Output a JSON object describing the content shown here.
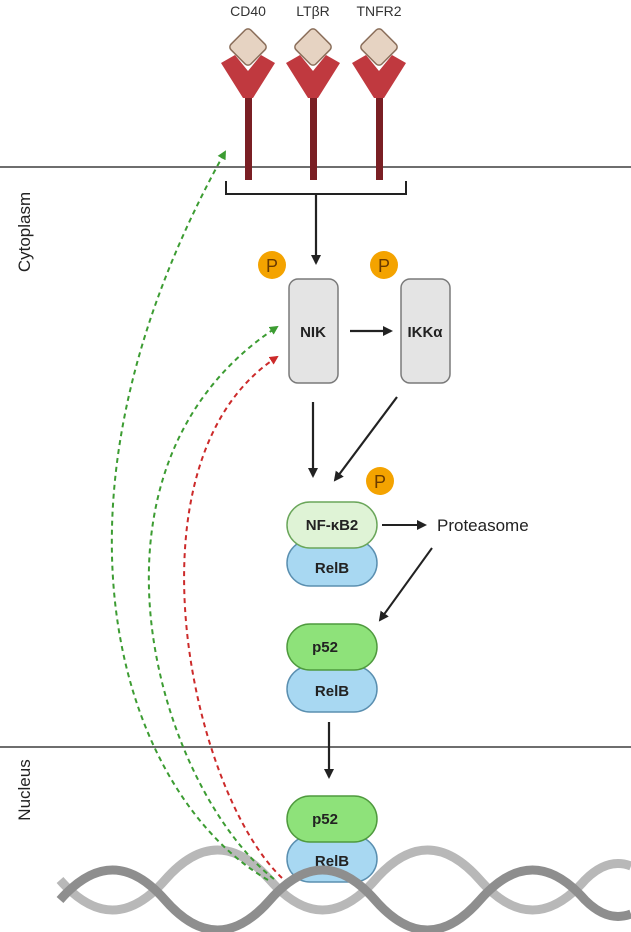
{
  "receptors": [
    {
      "label": "CD40"
    },
    {
      "label": "LTβR"
    },
    {
      "label": "TNFR2"
    }
  ],
  "compartments": {
    "cytoplasm": "Cytoplasm",
    "nucleus": "Nucleus"
  },
  "kinases": {
    "nik": "NIK",
    "ikka": "IKKα"
  },
  "phospho": "P",
  "complexes": {
    "precursor_top": "NF-κB2",
    "precursor_bottom": "RelB",
    "mature_top": "p52",
    "mature_bottom": "RelB",
    "nuclear_top": "p52",
    "nuclear_bottom": "RelB"
  },
  "proteasome": "Proteasome",
  "colors": {
    "receptor_red": "#c0393f",
    "receptor_stem": "#7a1f24",
    "ligand": "#e6d3c2",
    "membrane": "#6e6e6e",
    "kinase_fill": "#e4e4e4",
    "phospho_fill": "#f4a300",
    "nfkb2_fill": "#dff3d6",
    "relb_fill": "#a8d8f2",
    "p52_fill": "#8ee27a",
    "feedback_green": "#3c9c32",
    "feedback_red": "#cc2a2a",
    "dna": "#b8b8b8"
  }
}
